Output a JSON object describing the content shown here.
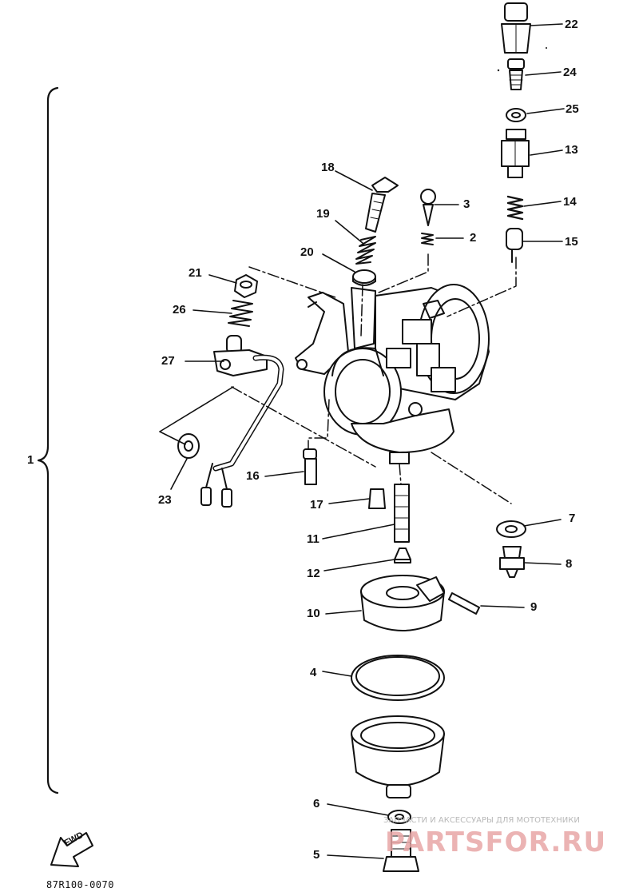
{
  "diagram": {
    "assembly_label": "1",
    "reference_code": "87R100-0070",
    "orientation_mark": "FWD",
    "watermark": {
      "subtitle": "ЗАПЧАСТИ И АКСЕССУАРЫ ДЛЯ МОТОТЕХНИКИ",
      "brand": "PARTSFOR.RU"
    },
    "callouts": [
      {
        "id": "c22",
        "label": "22"
      },
      {
        "id": "c24",
        "label": "24"
      },
      {
        "id": "c25",
        "label": "25"
      },
      {
        "id": "c13",
        "label": "13"
      },
      {
        "id": "c14",
        "label": "14"
      },
      {
        "id": "c15",
        "label": "15"
      },
      {
        "id": "c18",
        "label": "18"
      },
      {
        "id": "c3",
        "label": "3"
      },
      {
        "id": "c19",
        "label": "19"
      },
      {
        "id": "c2",
        "label": "2"
      },
      {
        "id": "c20",
        "label": "20"
      },
      {
        "id": "c21",
        "label": "21"
      },
      {
        "id": "c26",
        "label": "26"
      },
      {
        "id": "c27",
        "label": "27"
      },
      {
        "id": "c23",
        "label": "23"
      },
      {
        "id": "c16",
        "label": "16"
      },
      {
        "id": "c17",
        "label": "17"
      },
      {
        "id": "c11",
        "label": "11"
      },
      {
        "id": "c12",
        "label": "12"
      },
      {
        "id": "c7",
        "label": "7"
      },
      {
        "id": "c8",
        "label": "8"
      },
      {
        "id": "c9",
        "label": "9"
      },
      {
        "id": "c10",
        "label": "10"
      },
      {
        "id": "c4",
        "label": "4"
      },
      {
        "id": "c6",
        "label": "6"
      },
      {
        "id": "c5",
        "label": "5"
      }
    ]
  }
}
